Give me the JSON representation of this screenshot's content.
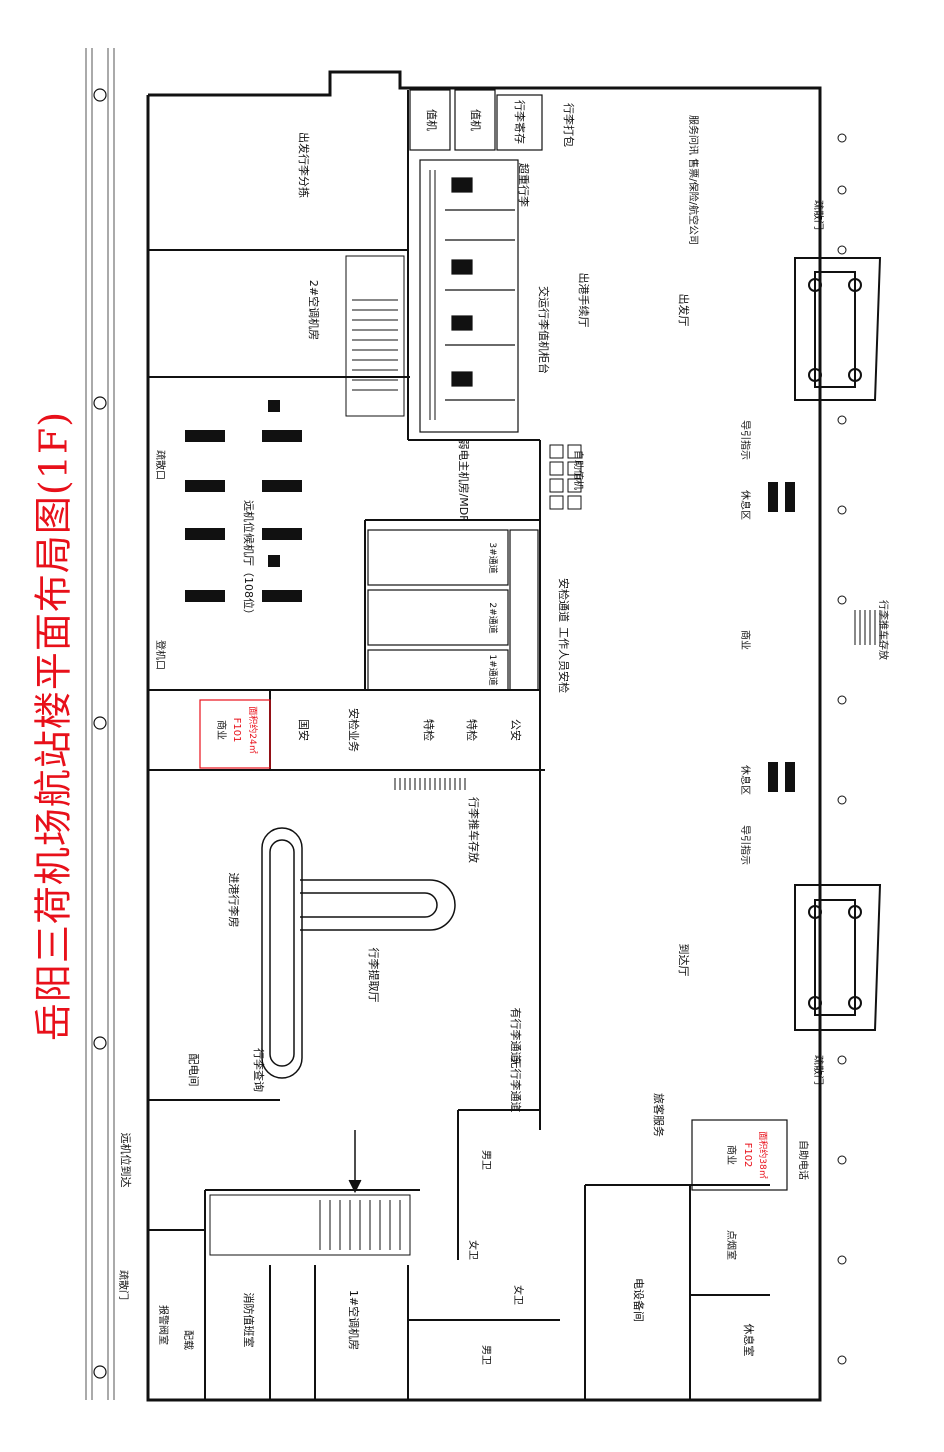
{
  "title": "岳阳三荷机场航站楼平面布局图(1F)",
  "accent_red": "#e8101a",
  "line_color": "#111111",
  "rooms": {
    "dep_baggage_sort": "出发行李分拣",
    "checkin_a": "值机",
    "checkin_b": "值机",
    "baggage_storage": "行李寄存",
    "baggage_pack": "行李打包",
    "oversize_baggage": "超重行李",
    "service_desk": "服务问讯\n售票/保险/航空公司",
    "checkin_counters": "交运行李值机柜台",
    "dep_procedure_hall": "出港手续厅",
    "dep_hall": "出发厅",
    "evac_door_top": "疏散门",
    "ac_room_2": "2#空调机房",
    "remote_waiting": "远机位候机厅（108位）",
    "evac_exit_1": "疏散口",
    "boarding_exit": "登机口",
    "weak_current": "弱电主机房/MDF",
    "self_checkin": "自助值机",
    "lane_3": "3#通道",
    "lane_2": "2#通道",
    "lane_1": "1#通道",
    "security_lane": "安检通道",
    "staff_security": "工作人员安检",
    "guide_1": "导引指示",
    "rest_1": "休息区",
    "commerce": "商业",
    "cart_storage_1": "行李推车存放",
    "shop_f101_name": "商业",
    "shop_f101_code": "F101",
    "shop_f101_area": "面积约24㎡",
    "border_control": "国安",
    "security_ops": "安检业务",
    "special_1": "特检",
    "special_2": "特检",
    "police": "公安",
    "arr_baggage_room": "进港行李房",
    "cart_storage_2": "行李推车存放",
    "baggage_claim": "行李提取厅",
    "with_baggage": "有行李通道",
    "no_baggage": "无行李通道",
    "guide_2": "导引指示",
    "rest_2": "休息区",
    "arr_hall": "到达厅",
    "power_dist": "配电间",
    "baggage_check": "行李查询",
    "remote_arrival": "远机位到达",
    "fire_control": "消防值班室",
    "ac_room_1": "1#空调机房",
    "male_wc_1": "男卫",
    "female_wc_1": "女卫",
    "female_wc_2": "女卫",
    "male_wc_2": "男卫",
    "traveler_service": "旅客服务",
    "electrical_room": "电设备间",
    "smoking": "点烟室",
    "rest_room": "休息室",
    "shop_f102_name": "商业",
    "shop_f102_code": "F102",
    "shop_f102_area": "面积约38㎡",
    "self_phone": "自助电话",
    "evac_door_bottom": "疏散门",
    "evac_door_left": "疏散门",
    "mailroom": "报警阀室",
    "dist_small": "配载"
  }
}
